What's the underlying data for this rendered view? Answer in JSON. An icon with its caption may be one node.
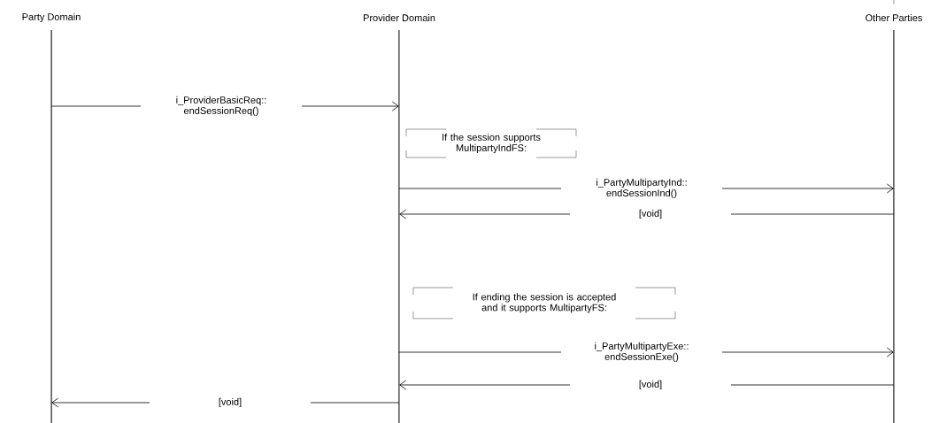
{
  "diagram": {
    "nodes": [
      {
        "text": [
          "Party Domain"
        ]
      },
      {
        "text": [
          "Provider Domain"
        ]
      },
      {
        "text": [
          "Other Parties"
        ]
      },
      {
        "text": [
          "If the session supports MultipartyIndFS:"
        ]
      },
      {
        "text": [
          "If ending the session is accepted and it supports MultipartyFS:"
        ]
      }
    ],
    "edges": [
      {
        "from": 0,
        "to": 1,
        "arrow": "to",
        "label": "i_ProviderBasicReq:: endSessionReq()"
      },
      {
        "from": 1,
        "to": 2,
        "arrow": "to",
        "label": "i_PartyMultipartyInd:: endSessionInd()"
      },
      {
        "from": 2,
        "to": 1,
        "arrow": "to",
        "label": "[void]"
      },
      {
        "from": 1,
        "to": 2,
        "arrow": "to",
        "label": "i_PartyMultipartyExe:: endSessionExe()"
      },
      {
        "from": 2,
        "to": 1,
        "arrow": "to",
        "label": "[void]"
      },
      {
        "from": 1,
        "to": 0,
        "arrow": "to",
        "label": "[void]"
      }
    ]
  }
}
